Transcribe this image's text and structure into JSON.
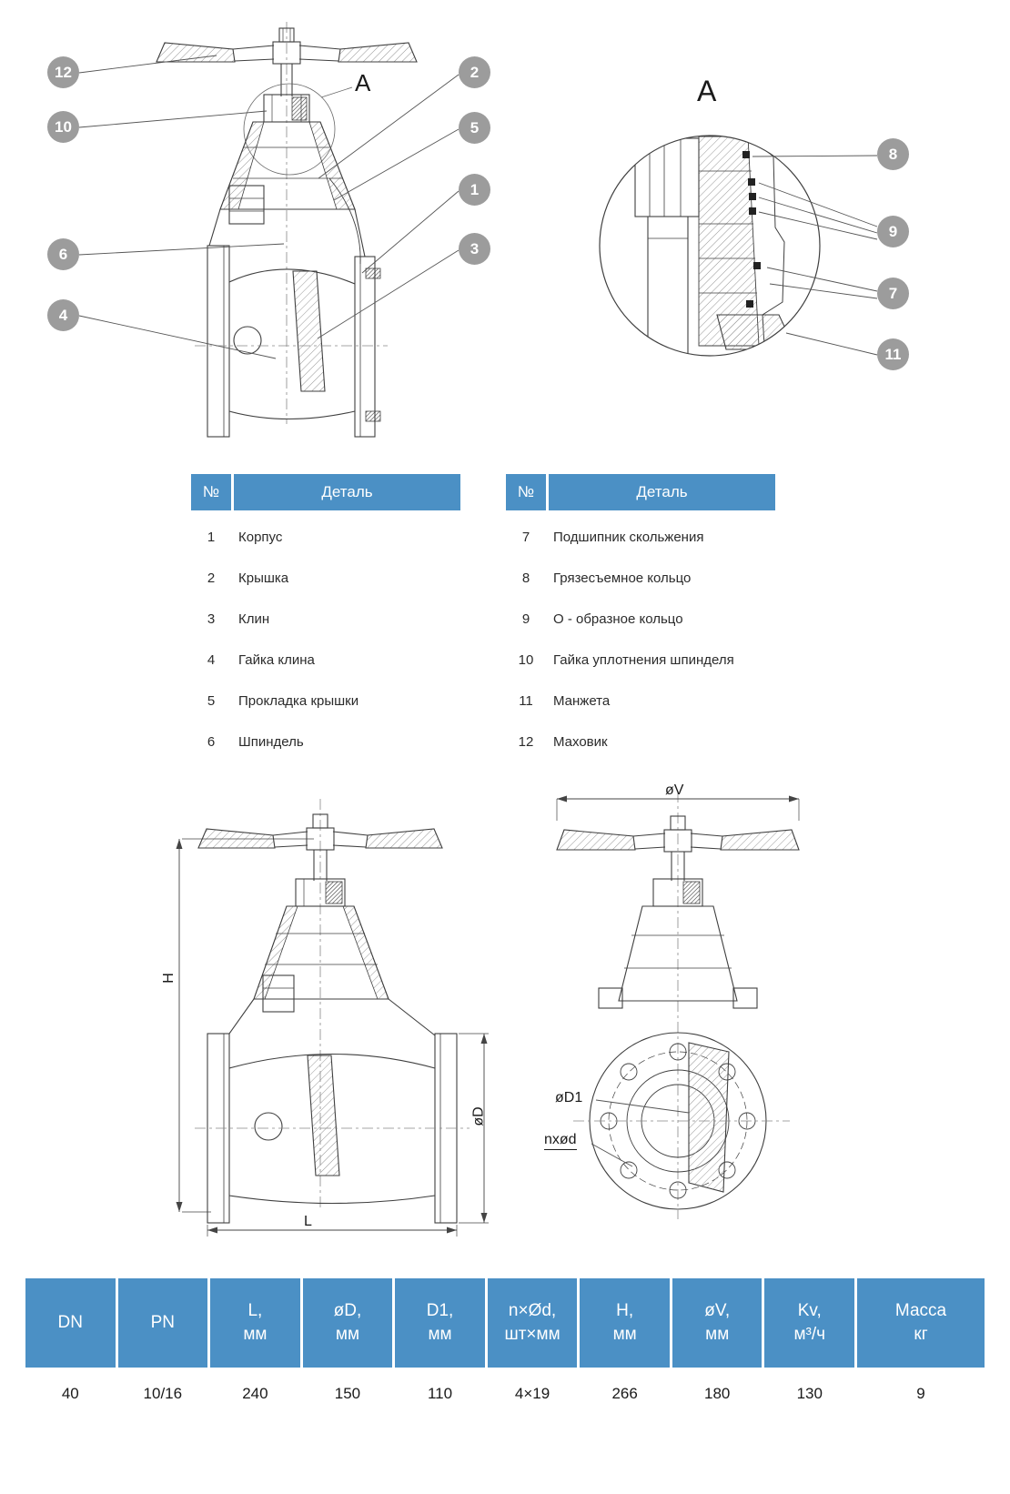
{
  "colors": {
    "accent_blue": "#4b90c5",
    "callout_gray": "#9c9c9c",
    "line_dark": "#3f3f3f"
  },
  "detail_view_label": "A",
  "callouts": {
    "c1": "1",
    "c2": "2",
    "c3": "3",
    "c4": "4",
    "c5": "5",
    "c6": "6",
    "c7": "7",
    "c8": "8",
    "c9": "9",
    "c10": "10",
    "c11": "11",
    "c12": "12"
  },
  "parts_left": {
    "col_no": "№",
    "col_name": "Деталь",
    "rows": [
      {
        "no": "1",
        "name": "Корпус"
      },
      {
        "no": "2",
        "name": "Крышка"
      },
      {
        "no": "3",
        "name": "Клин"
      },
      {
        "no": "4",
        "name": "Гайка клина"
      },
      {
        "no": "5",
        "name": "Прокладка крышки"
      },
      {
        "no": "6",
        "name": "Шпиндель"
      }
    ]
  },
  "parts_right": {
    "col_no": "№",
    "col_name": "Деталь",
    "rows": [
      {
        "no": "7",
        "name": "Подшипник скольжения"
      },
      {
        "no": "8",
        "name": "Грязесъемное кольцо"
      },
      {
        "no": "9",
        "name": "О - образное кольцо"
      },
      {
        "no": "10",
        "name": "Гайка уплотнения шпинделя"
      },
      {
        "no": "11",
        "name": "Манжета"
      },
      {
        "no": "12",
        "name": "Маховик"
      }
    ]
  },
  "dimensions": {
    "height": "H",
    "length": "L",
    "outer_diameter": "øD",
    "handwheel_diameter": "øV",
    "bolt_circle": "øD1",
    "bolt_holes": "nxød"
  },
  "spec": {
    "headers": [
      {
        "l1": "DN",
        "l2": ""
      },
      {
        "l1": "PN",
        "l2": ""
      },
      {
        "l1": "L,",
        "l2": "мм"
      },
      {
        "l1": "øD,",
        "l2": "мм"
      },
      {
        "l1": "D1,",
        "l2": "мм"
      },
      {
        "l1": "n×Ød,",
        "l2": "шт×мм"
      },
      {
        "l1": "H,",
        "l2": "мм"
      },
      {
        "l1": "øV,",
        "l2": "мм"
      },
      {
        "l1": "Kv,",
        "l2": "м³/ч"
      },
      {
        "l1": "Масса",
        "l2": "кг"
      }
    ],
    "values": [
      "40",
      "10/16",
      "240",
      "150",
      "110",
      "4×19",
      "266",
      "180",
      "130",
      "9"
    ]
  }
}
